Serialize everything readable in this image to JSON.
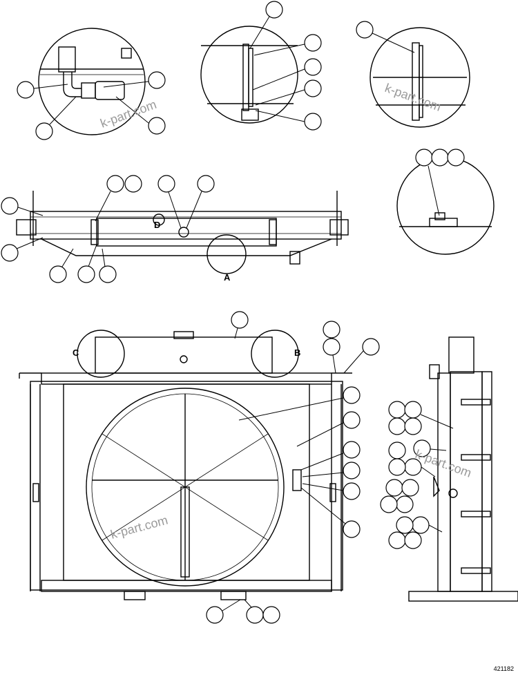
{
  "drawing": {
    "number": "421182",
    "watermark": "k-part.com",
    "view_labels": {
      "a": "A",
      "b": "B",
      "c": "C",
      "d": "D"
    }
  }
}
